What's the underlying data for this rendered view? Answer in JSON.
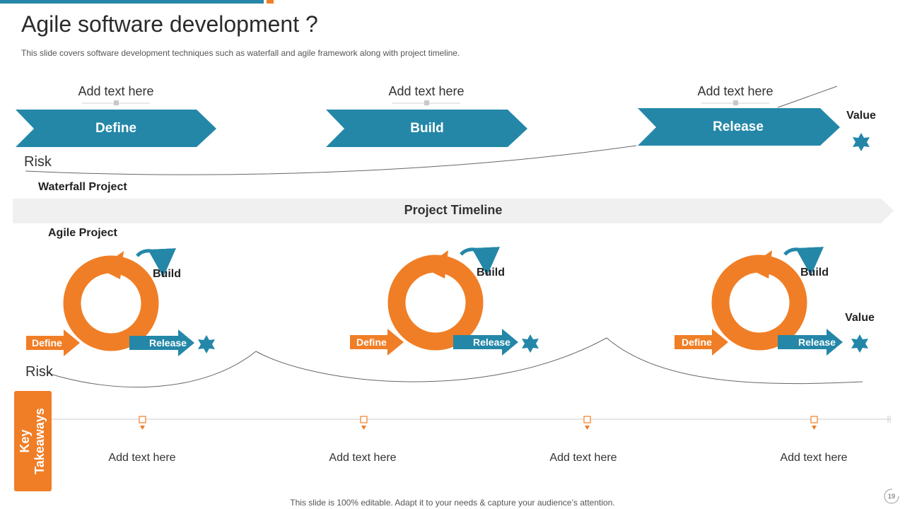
{
  "slide": {
    "title": "Agile software development ?",
    "subtitle": "This slide covers software development  techniques such as waterfall and agile framework  along with project timeline.",
    "footer": "This slide is 100% editable. Adapt it to your needs & capture your audience’s attention.",
    "page_number": "19"
  },
  "colors": {
    "blue": "#2487a8",
    "orange": "#f07e26",
    "grey_band": "#f0f0f0"
  },
  "waterfall": {
    "section_label": "Waterfall Project",
    "risk_label": "Risk",
    "value_label": "Value",
    "value_icon": "star-burst-icon",
    "stages": [
      {
        "name": "Define",
        "caption": "Add text here"
      },
      {
        "name": "Build",
        "caption": "Add text here"
      },
      {
        "name": "Release",
        "caption": "Add text here"
      }
    ]
  },
  "timeline": {
    "label": "Project Timeline"
  },
  "agile": {
    "section_label": "Agile Project",
    "risk_label": "Risk",
    "value_label": "Value",
    "cycles": [
      {
        "define": "Define",
        "build": "Build",
        "release": "Release"
      },
      {
        "define": "Define",
        "build": "Build",
        "release": "Release"
      },
      {
        "define": "Define",
        "build": "Build",
        "release": "Release"
      }
    ]
  },
  "key_takeaways": {
    "label_line1": "Key",
    "label_line2": "Takeaways",
    "items": [
      "Add text here",
      "Add text here",
      "Add text here",
      "Add text here"
    ]
  }
}
